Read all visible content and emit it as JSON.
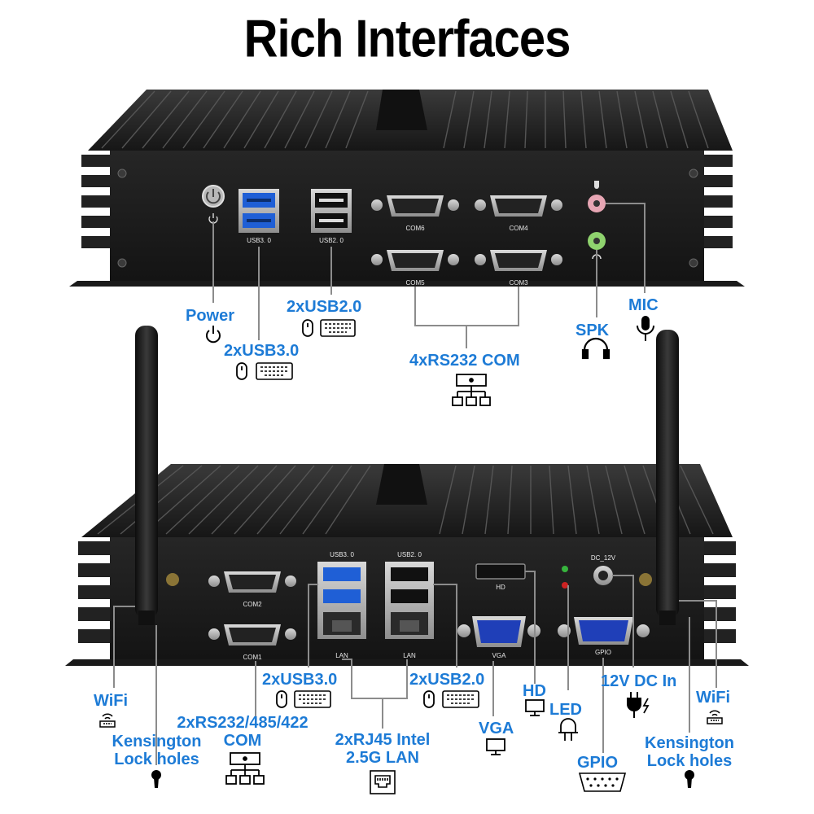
{
  "title": "Rich Interfaces",
  "top_panel": {
    "port_labels": {
      "usb3": "USB3. 0",
      "usb2": "USB2. 0",
      "com6": "COM6",
      "com4": "COM4",
      "com5": "COM5",
      "com3": "COM3"
    },
    "callouts": {
      "power": "Power",
      "usb3": "2xUSB3.0",
      "usb2": "2xUSB2.0",
      "rs232": "4xRS232 COM",
      "spk": "SPK",
      "mic": "MIC"
    }
  },
  "bottom_panel": {
    "port_labels": {
      "usb3": "USB3. 0",
      "usb2": "USB2. 0",
      "com2": "COM2",
      "com1": "COM1",
      "lan1": "LAN",
      "lan2": "LAN",
      "hd": "HD",
      "vga": "VGA",
      "gpio": "GPIO",
      "dc": "DC_12V"
    },
    "callouts": {
      "wifi_left": "WiFi",
      "kensington_left_1": "Kensington",
      "kensington_left_2": "Lock holes",
      "com_1": "2xRS232/485/422",
      "com_2": "COM",
      "usb3": "2xUSB3.0",
      "lan_1": "2xRJ45 Intel",
      "lan_2": "2.5G LAN",
      "usb2": "2xUSB2.0",
      "vga": "VGA",
      "hd": "HD",
      "led": "LED",
      "gpio": "GPIO",
      "dc": "12V DC In",
      "wifi_right": "WiFi",
      "kensington_right_1": "Kensington",
      "kensington_right_2": "Lock holes"
    }
  },
  "colors": {
    "accent": "#1d7bd6",
    "chassis": "#1c1c1c",
    "fins": "#2b2b2b",
    "line": "#8c8c8c",
    "port_blue": "#1f5fd6",
    "mic_pink": "#e7a6b4",
    "spk_green": "#8fd36e"
  }
}
